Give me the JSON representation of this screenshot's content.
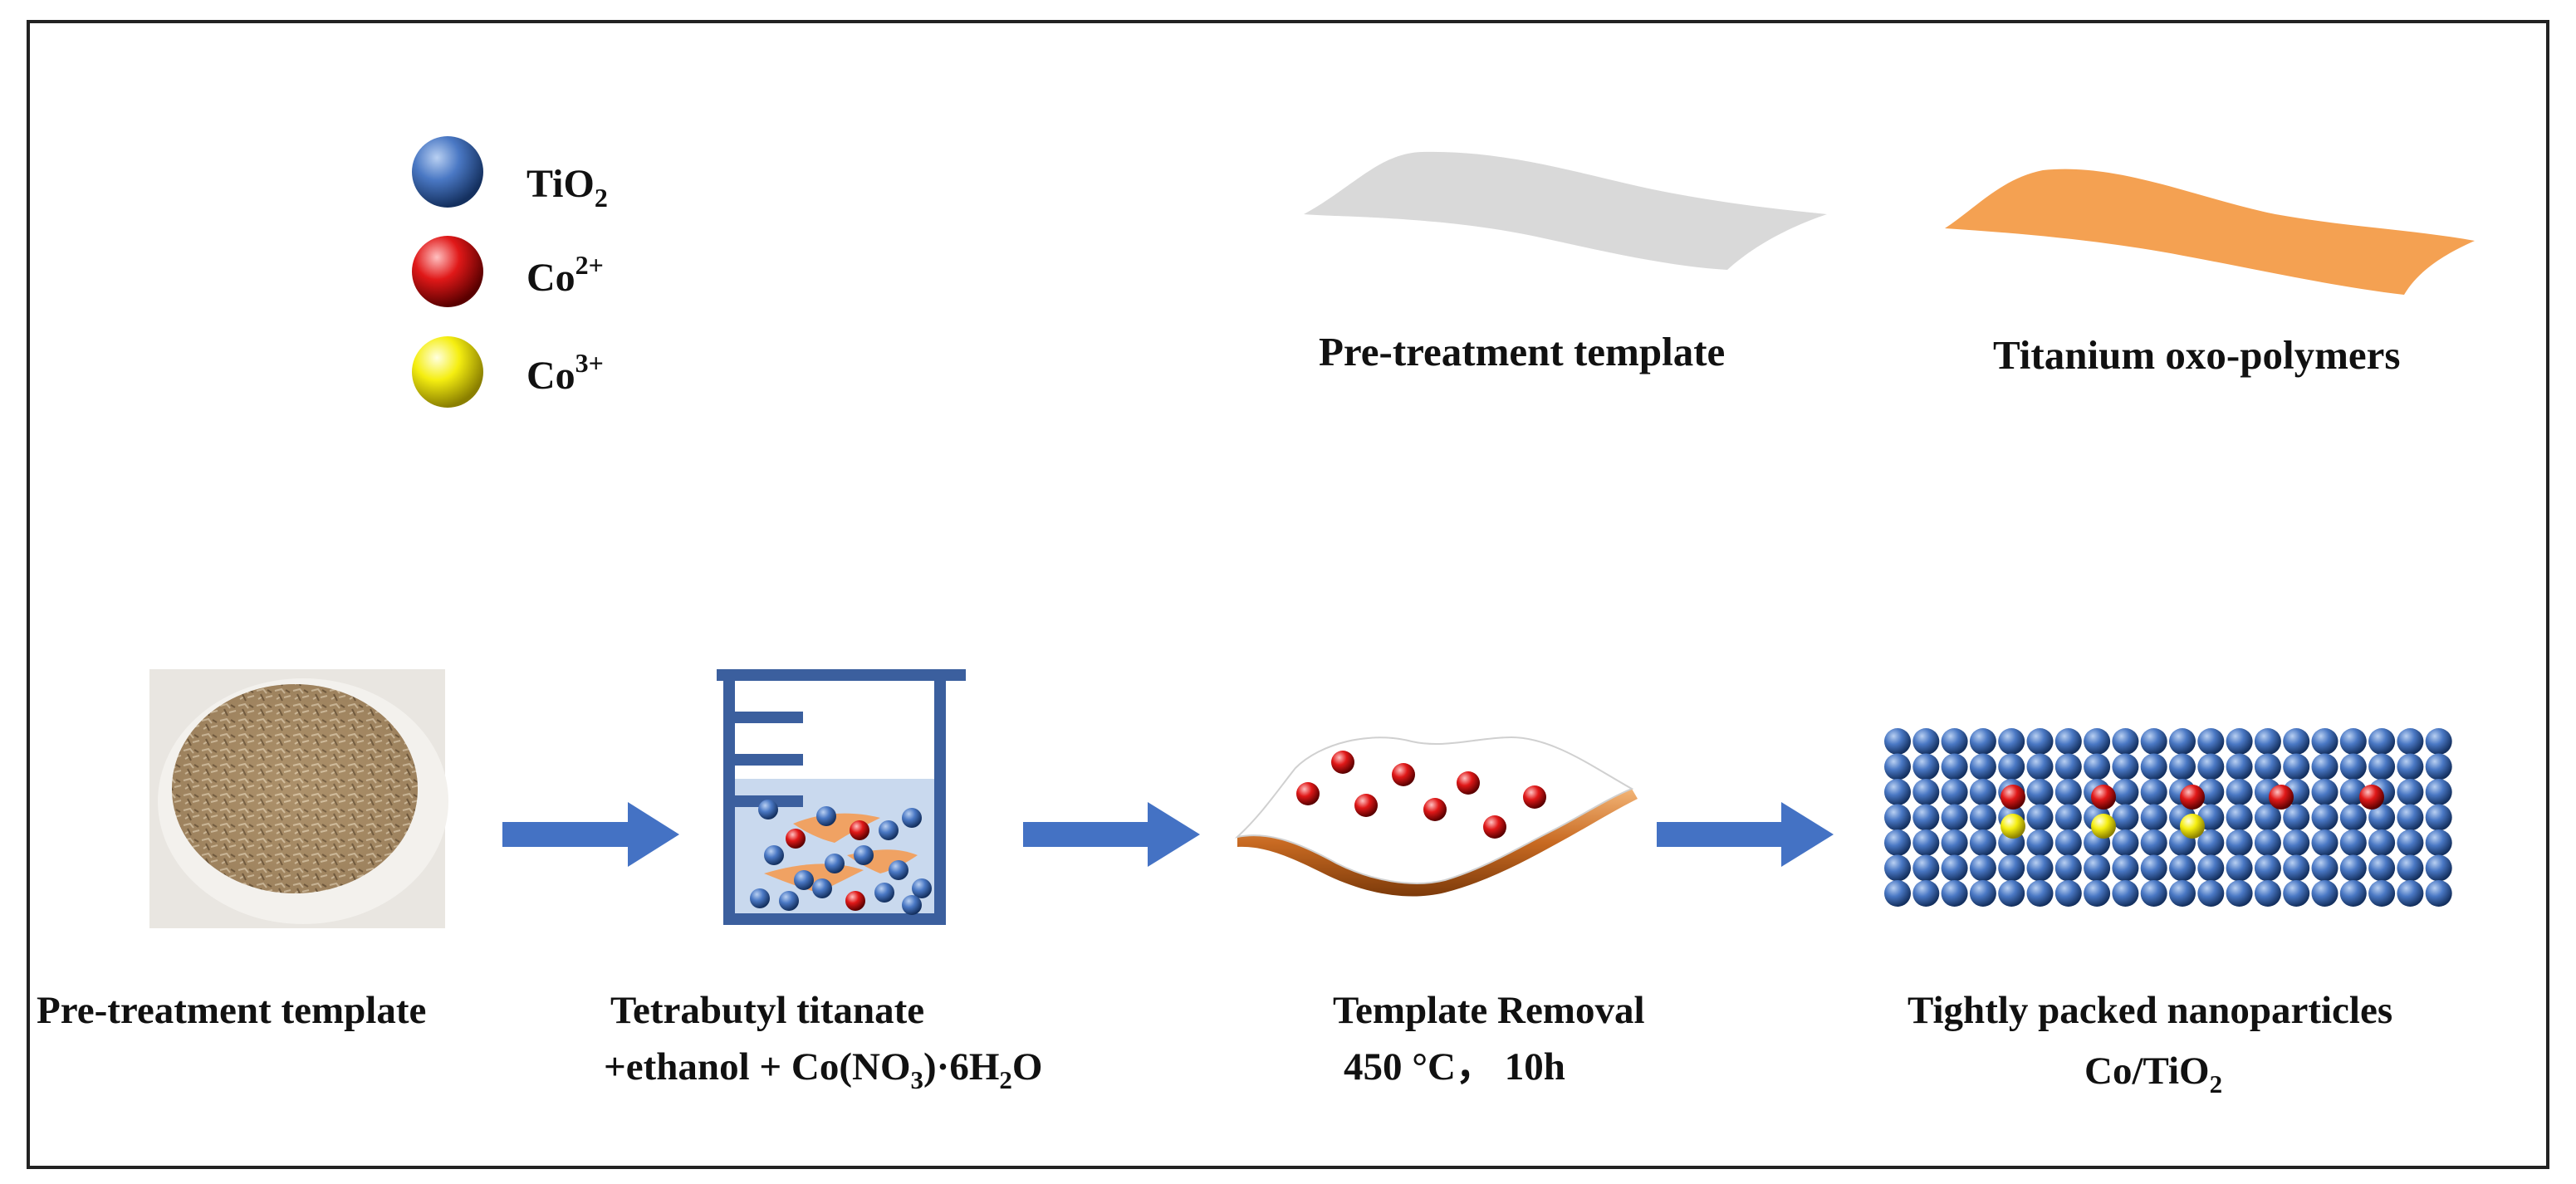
{
  "legend": {
    "items": [
      {
        "base": "TiO",
        "sub": "2",
        "sup": "",
        "color": "#3f6db8"
      },
      {
        "base": "Co",
        "sub": "",
        "sup": "2+",
        "color": "#e01818"
      },
      {
        "base": "Co",
        "sub": "",
        "sup": "3+",
        "color": "#f2ea10"
      }
    ]
  },
  "materials": {
    "pretreatment_label": "Pre-treatment template",
    "titanium_label": "Titanium oxo-polymers",
    "pretreatment_color": "#d9d9d9",
    "titanium_color": "#f4a152"
  },
  "steps": {
    "step1_label": "Pre-treatment template",
    "step2_line1": "Tetrabutyl titanate",
    "step2_line2_a": "+ethanol + Co(NO",
    "step2_line2_sub1": "3",
    "step2_line2_b": ")·6H",
    "step2_line2_sub2": "2",
    "step2_line2_c": "O",
    "step3_line1": "Template Removal",
    "step3_line2": "450 °C， 10h",
    "step4_line1": "Tightly packed nanoparticles",
    "step4_line2_a": "Co/TiO",
    "step4_line2_sub": "2"
  },
  "colors": {
    "arrow": "#4472c4",
    "beaker": "#3b5f9e",
    "liquid": "#c9d9ee",
    "frame": "#222222"
  }
}
